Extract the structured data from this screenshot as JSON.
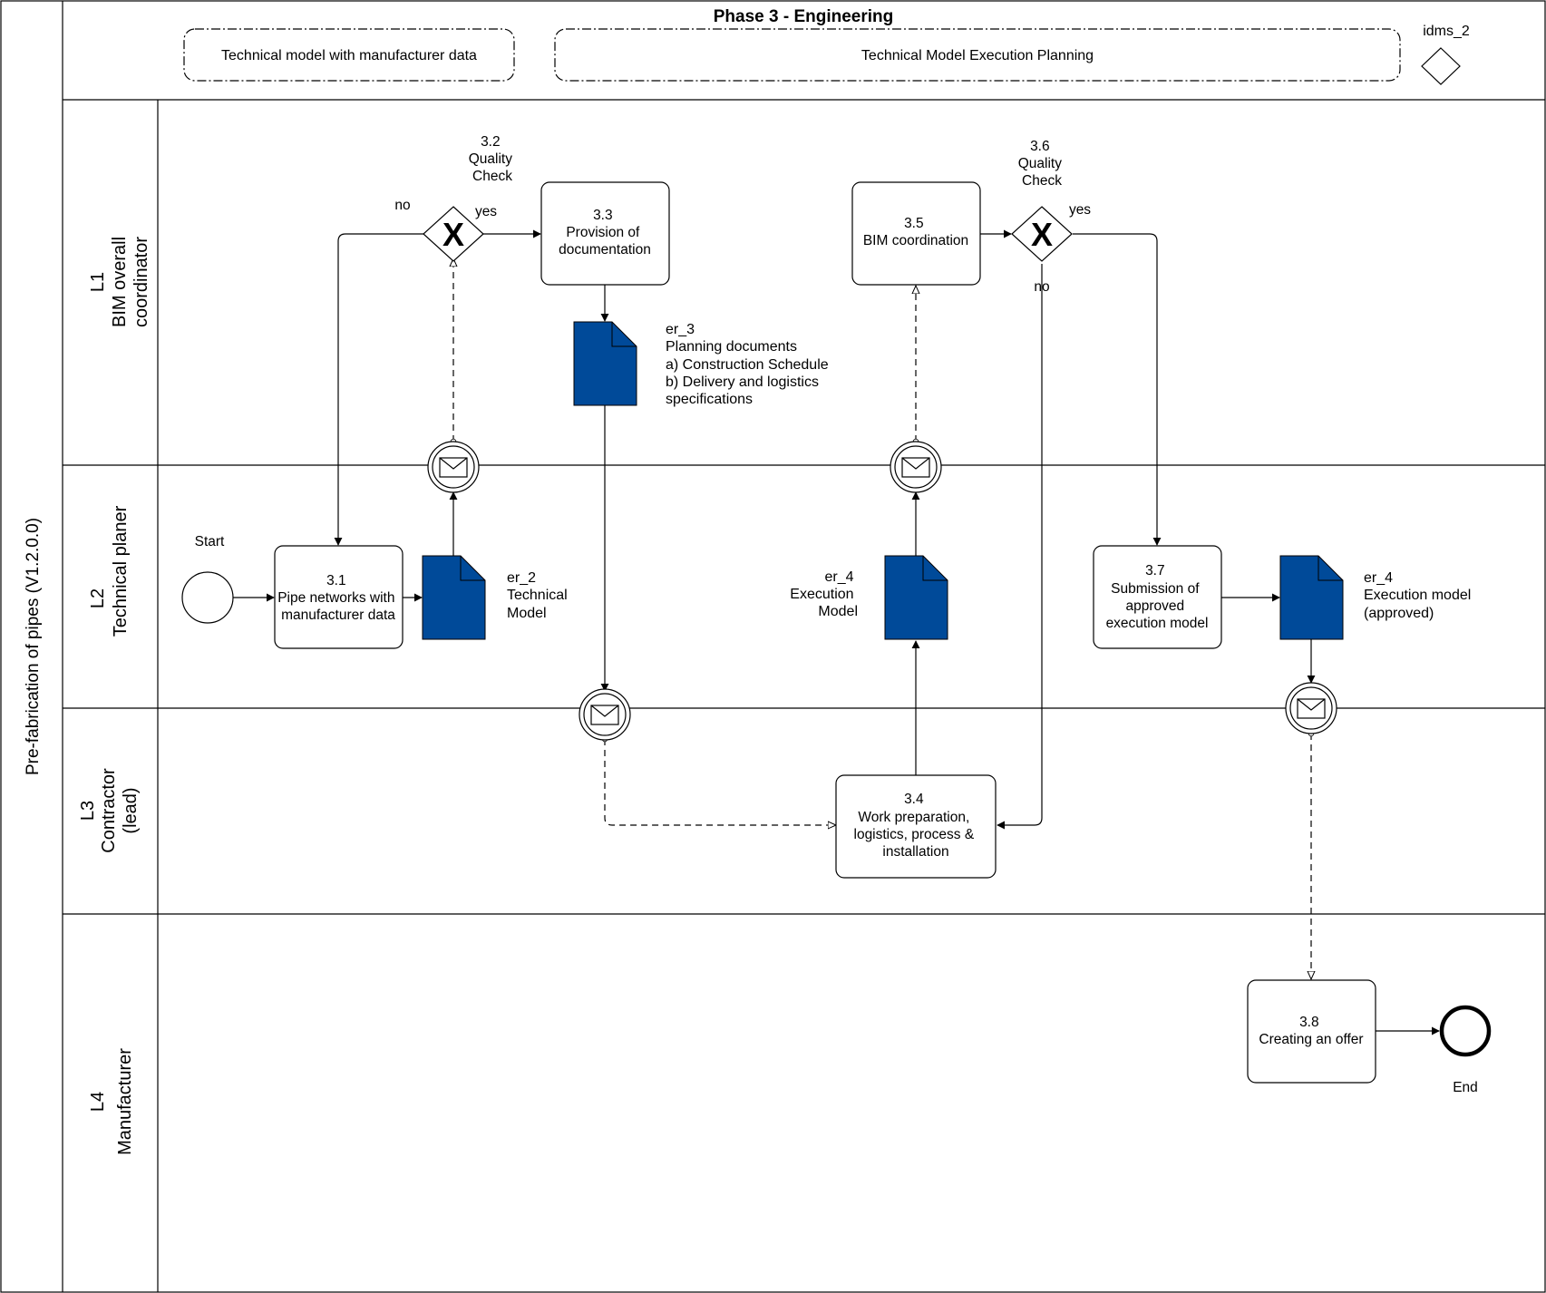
{
  "pool": {
    "label": "Pre-fabrication of pipes (V1.2.0.0)"
  },
  "phase": {
    "title": "Phase 3 - Engineering",
    "groups": [
      "Technical model with manufacturer data",
      "Technical Model Execution Planning"
    ],
    "idms_label": "idms_2"
  },
  "lanes": [
    {
      "id": "L1",
      "name": [
        "BIM overall",
        "coordinator"
      ]
    },
    {
      "id": "L2",
      "name": [
        "Technical planer"
      ]
    },
    {
      "id": "L3",
      "name": [
        "Contractor",
        "(lead)"
      ]
    },
    {
      "id": "L4",
      "name": [
        "Manufacturer"
      ]
    }
  ],
  "events": {
    "start": "Start",
    "end": "End"
  },
  "tasks": {
    "t31": [
      "3.1",
      "Pipe networks with",
      "manufacturer data"
    ],
    "t33": [
      "3.3",
      "Provision of",
      "documentation"
    ],
    "t34": [
      "3.4",
      "Work preparation,",
      "logistics, process &",
      "installation"
    ],
    "t35": [
      "3.5",
      "BIM coordination"
    ],
    "t37": [
      "3.7",
      "Submission of",
      "approved",
      "execution model"
    ],
    "t38": [
      "3.8",
      "Creating an offer"
    ]
  },
  "gateways": {
    "g32": {
      "label": [
        "3.2",
        "Quality",
        "Check"
      ],
      "no": "no",
      "yes": "yes",
      "symbol": "X"
    },
    "g36": {
      "label": [
        "3.6",
        "Quality",
        "Check"
      ],
      "no": "no",
      "yes": "yes",
      "symbol": "X"
    }
  },
  "documents": {
    "er2": [
      "er_2",
      "Technical",
      "Model"
    ],
    "er3": [
      "er_3",
      "Planning documents",
      "a) Construction Schedule",
      "b) Delivery and logistics",
      "specifications"
    ],
    "er4a": [
      "er_4",
      "Execution",
      "Model"
    ],
    "er4b": [
      "er_4",
      "Execution model",
      "(approved)"
    ]
  },
  "colors": {
    "document_fill": "#004a99",
    "line": "#000000",
    "background": "#ffffff"
  },
  "icons": {
    "message": "envelope-icon",
    "gateway": "exclusive-gateway-icon",
    "document": "data-object-icon"
  }
}
